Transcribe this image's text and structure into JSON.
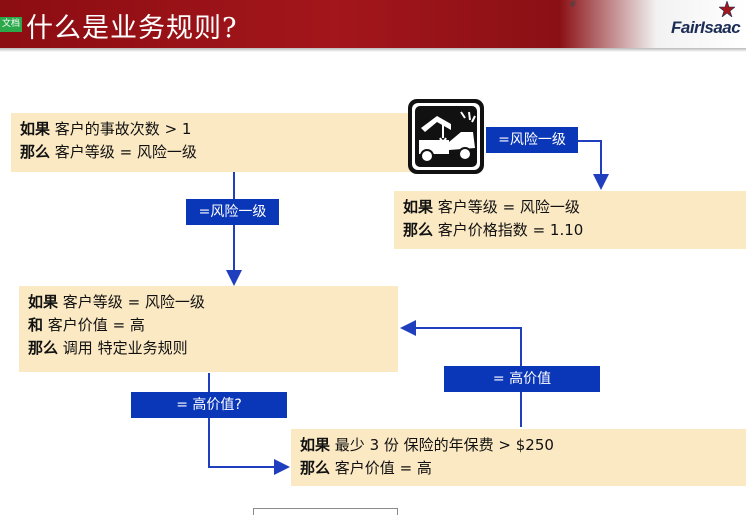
{
  "header": {
    "badge": "文档",
    "title": "什么是业务规则?",
    "tick_mark": "#",
    "logo": "FairIsaac"
  },
  "boxes": {
    "box1": {
      "if_kw": "如果",
      "if_text": "客户的事故次数 > 1",
      "then_kw": "那么",
      "then_text": "客户等级 = 风险一级"
    },
    "box2": {
      "if_kw": "如果",
      "if_text": "客户等级 = 风险一级",
      "then_kw": "那么",
      "then_text": "客户价格指数 = 1.10"
    },
    "box3": {
      "if_kw": "如果",
      "if_text": "客户等级 = 风险一级",
      "and_kw": "和",
      "and_text": "客户价值 = 高",
      "then_kw": "那么",
      "then_text": "调用 特定业务规则"
    },
    "box4": {
      "if_kw": "如果",
      "if_text": "最少 3 份 保险的年保费 > $250",
      "then_kw": "那么",
      "then_text": "客户价值 = 高"
    }
  },
  "tags": {
    "risk_right": "=风险一级",
    "risk_down": "=风险一级",
    "high_value": "= 高价值",
    "high_value_q": "= 高价值?"
  },
  "colors": {
    "header": "#a3161b",
    "box": "#fbe9c4",
    "tag": "#0a36b8",
    "arrow": "#1f3fbf"
  },
  "icons": {
    "truck": "tow-truck-icon",
    "logo": "fairisaac-star-logo"
  }
}
